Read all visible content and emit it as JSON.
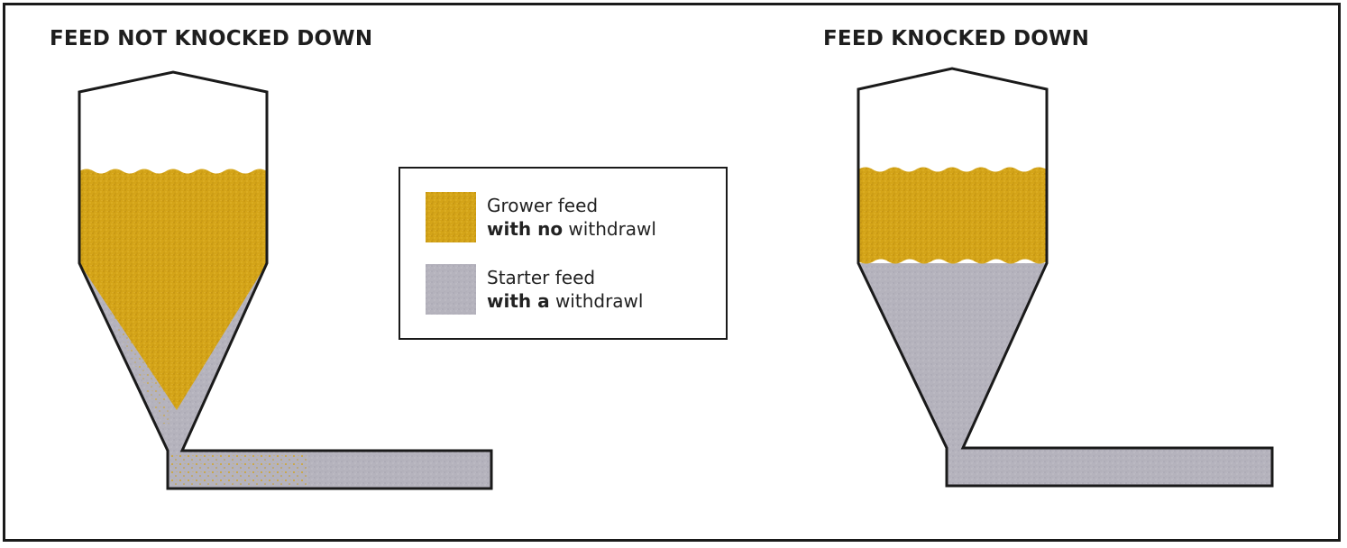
{
  "titles": {
    "left": "FEED NOT KNOCKED DOWN",
    "right": "FEED KNOCKED DOWN"
  },
  "legend": {
    "grower": {
      "line1": "Grower feed",
      "line2_bold": "with no",
      "line2_rest": " withdrawl"
    },
    "starter": {
      "line1": "Starter feed",
      "line2_bold": "with a",
      "line2_rest": " withdrawl"
    }
  },
  "colors": {
    "grower": "#d4a418",
    "starter": "#b5b3bd",
    "outline": "#1a1a1a",
    "text": "#1e1e1e"
  }
}
